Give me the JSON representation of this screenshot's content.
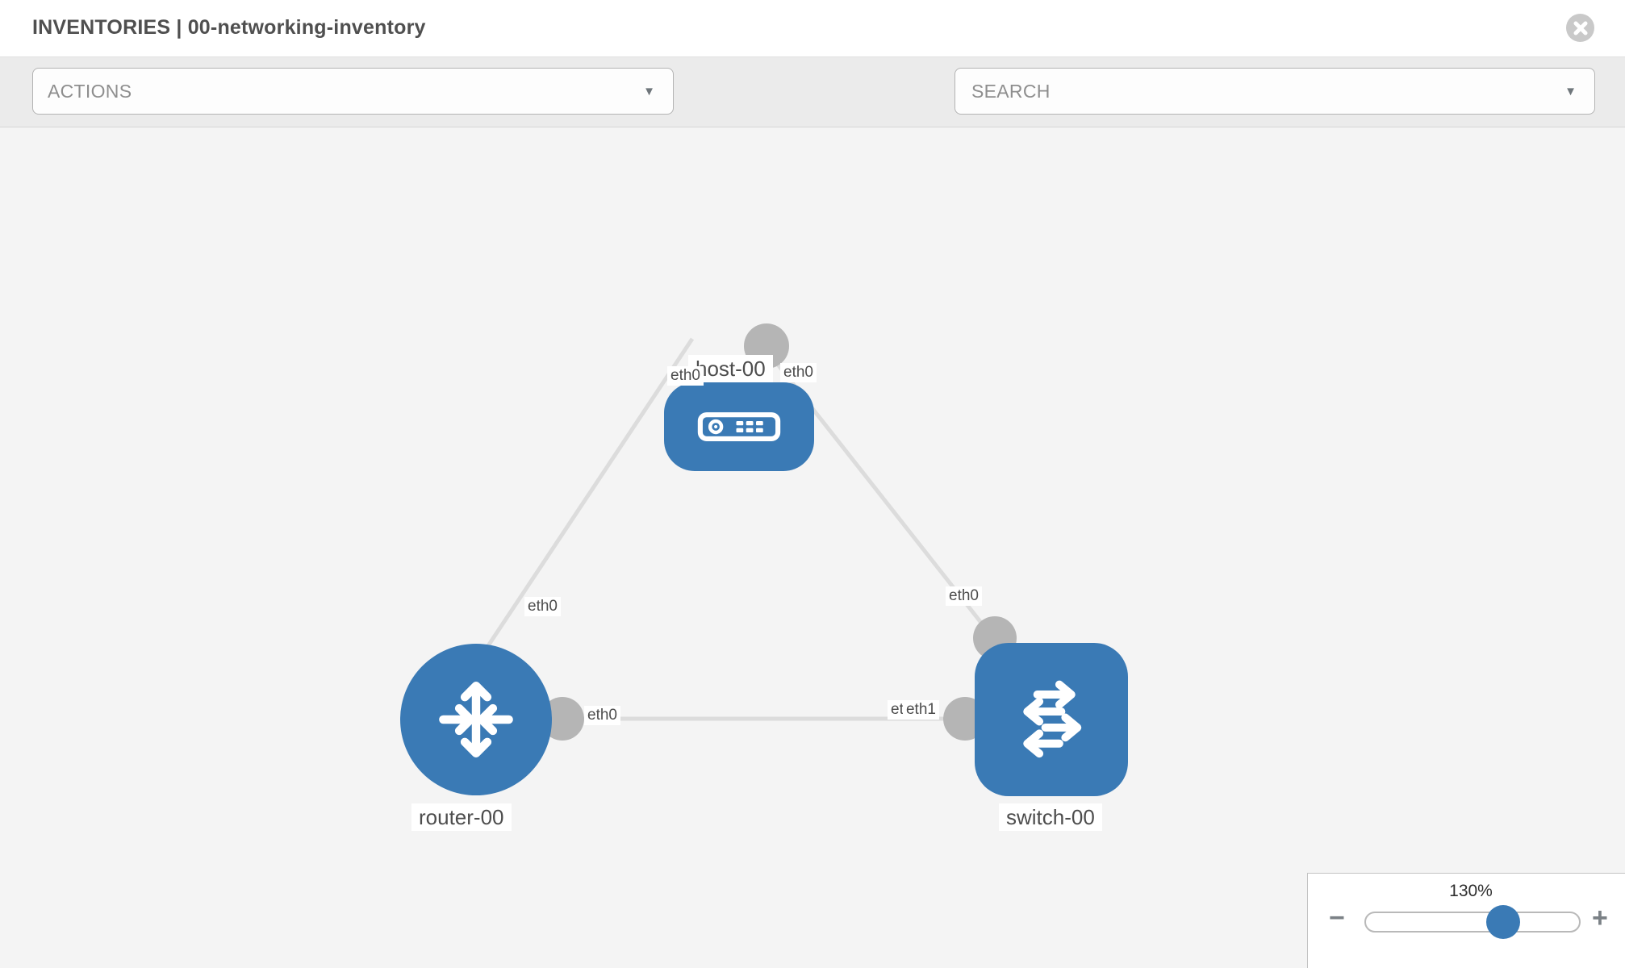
{
  "window": {
    "title": "INVENTORIES | 00-networking-inventory"
  },
  "toolbar": {
    "actions": {
      "label": "ACTIONS"
    },
    "search": {
      "placeholder": "SEARCH",
      "value": ""
    },
    "tools": [
      {
        "icon": "wrench-icon"
      },
      {
        "icon": "key-icon"
      }
    ]
  },
  "glyphs": {
    "caret": "▼"
  },
  "colors": {
    "node_blue": "#3a7ab5",
    "link_gray": "#dcdcdc",
    "interface_gray": "#b5b5b5",
    "canvas_bg": "#f4f4f4",
    "toolbar_bg": "#ebebeb"
  },
  "diagram": {
    "nodes": [
      {
        "label": "host-00",
        "type": "host"
      },
      {
        "label": "router-00",
        "type": "router"
      },
      {
        "label": "switch-00",
        "type": "switch"
      }
    ],
    "links": [
      {
        "from": "host-00",
        "to": "router-00",
        "from_interface": "eth0",
        "to_interface": "eth0"
      },
      {
        "from": "host-00",
        "to": "switch-00",
        "from_interface": "eth0",
        "to_interface": "eth0"
      },
      {
        "from": "router-00",
        "to": "switch-00",
        "from_interface": "eth0",
        "to_interface": "eth1"
      }
    ],
    "interface_labels": {
      "host_left": "eth0",
      "host_right": "eth0",
      "router_top": "eth0",
      "switch_top": "eth0",
      "router_right": "eth0",
      "switch_left_back": "eth0",
      "switch_left_front": "eth1"
    }
  },
  "zoom_control": {
    "level": "130%",
    "minus_label": "−",
    "plus_label": "+"
  }
}
